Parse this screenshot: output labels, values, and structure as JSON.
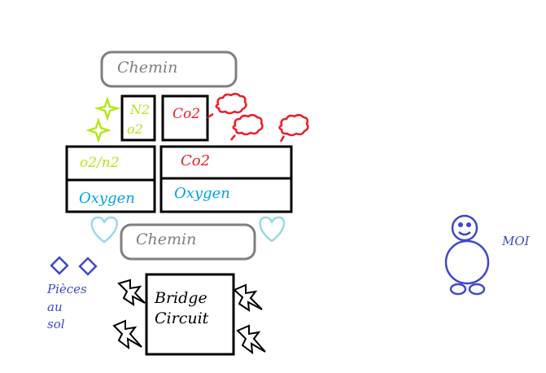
{
  "colors": {
    "ink": "#000000",
    "grey": "#7f7f7f",
    "lime": "#b5e61d",
    "red": "#ed1c24",
    "sky": "#00a2e8",
    "lightblue": "#99d9ea",
    "indigo": "#3f48cc"
  },
  "labels": {
    "chemin_top": "Chemin",
    "n2": "N2",
    "o2": "o2",
    "co2_small": "Co2",
    "o2n2": "o2/n2",
    "oxygen_left": "Oxygen",
    "co2_large": "Co2",
    "oxygen_right": "Oxygen",
    "chemin_bottom": "Chemin",
    "bridge": "Bridge",
    "circuit": "Circuit",
    "pieces_line1": "Pièces",
    "pieces_line2": "au",
    "pieces_line3": "sol",
    "moi": "MOI"
  },
  "icons": {
    "sparkles": "sparkle-icon",
    "clouds": "cloud-icon",
    "hearts": "heart-icon",
    "diamonds": "diamond-icon",
    "lightning": "lightning-icon",
    "person": "stick-figure-icon"
  }
}
